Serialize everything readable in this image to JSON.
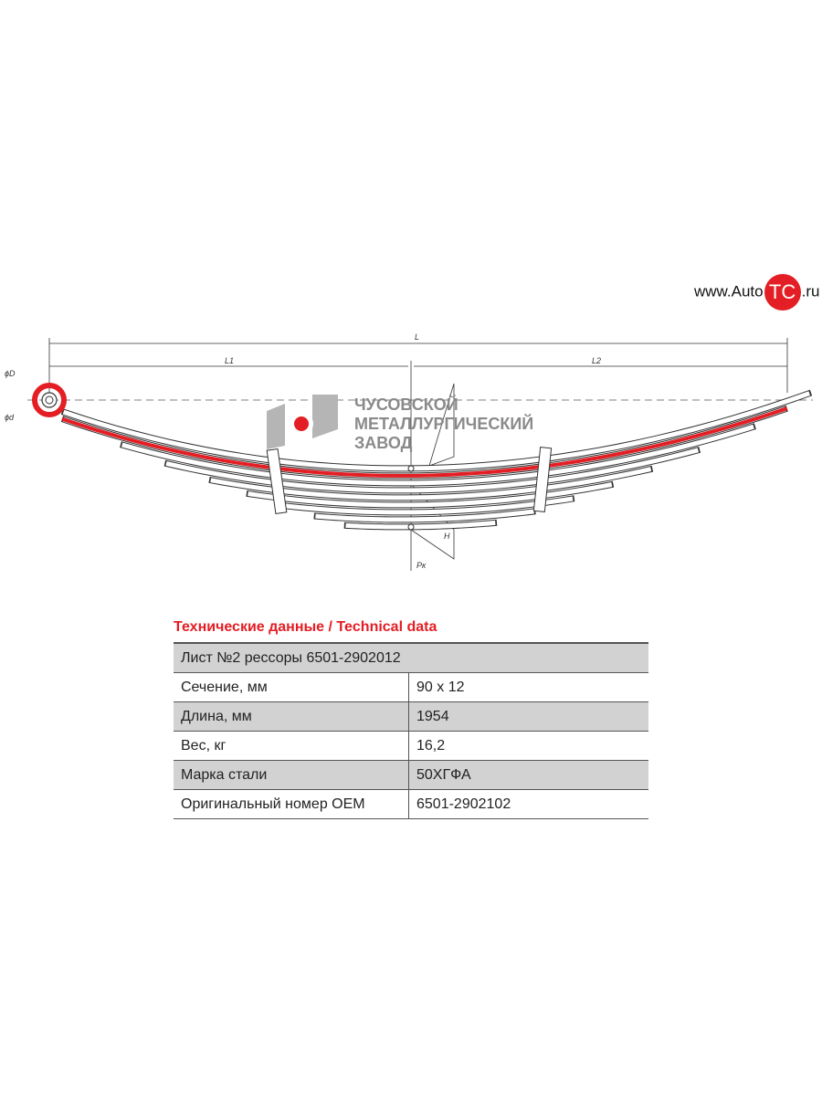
{
  "watermark": "AUTOTC.RU",
  "site_logo": {
    "prefix": "www.Auto",
    "mark": "TC",
    "suffix": ".ru"
  },
  "manufacturer": {
    "lines": [
      "ЧУСОВСКОЙ",
      "МЕТАЛЛУРГИЧЕСКИЙ",
      "ЗАВОД"
    ]
  },
  "drawing_labels": {
    "L": "L",
    "L1": "L1",
    "L2": "L2",
    "D": "ϕD",
    "d": "ϕd",
    "H": "H",
    "Pk": "Pк"
  },
  "colors": {
    "accent": "#e31e24",
    "header_bg": "#d2d2d2"
  },
  "technical": {
    "title": "Технические данные / Technical data",
    "header": "Лист №2 рессоры 6501-2902012",
    "rows": [
      {
        "label": "Сечение, мм",
        "value": "90 x 12"
      },
      {
        "label": "Длина, мм",
        "value": "1954"
      },
      {
        "label": "Вес, кг",
        "value": "16,2"
      },
      {
        "label": "Марка стали",
        "value": "50ХГФА"
      },
      {
        "label": "Оригинальный номер OEM",
        "value": "6501-2902102"
      }
    ]
  }
}
